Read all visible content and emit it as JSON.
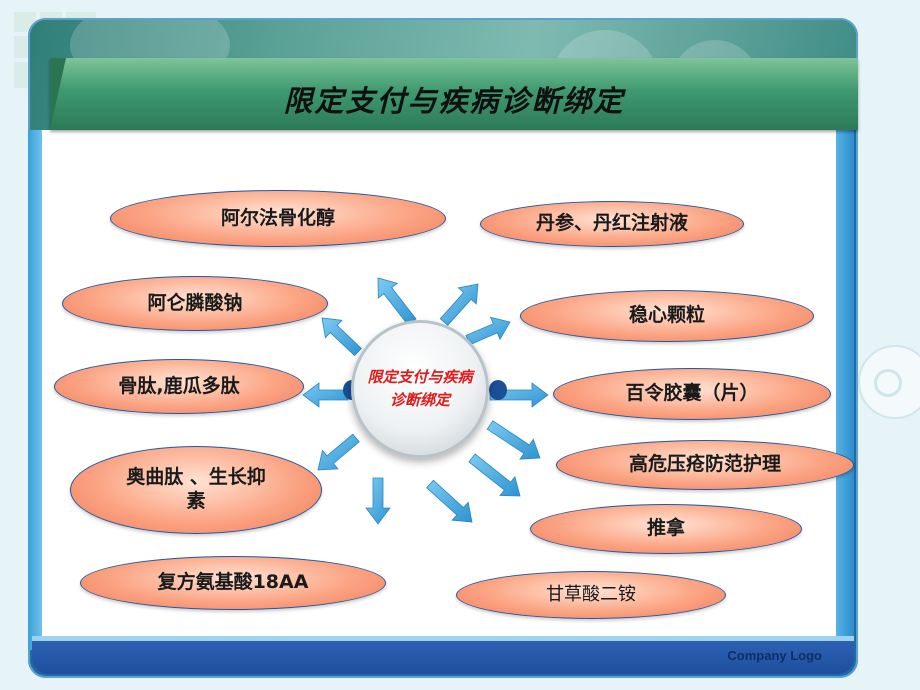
{
  "slide": {
    "title": "限定支付与疾病诊断绑定",
    "footer_logo": "Company Logo"
  },
  "diagram": {
    "hub": "限定支付与疾病诊断绑定",
    "nodes": [
      "阿尔法骨化醇",
      "阿仑膦酸钠",
      "骨肽,鹿瓜多肽",
      "奥曲肽 、生长抑素",
      "复方氨基酸18AA",
      "丹参、丹红注射液",
      "稳心颗粒",
      "百令胶囊（片）",
      "高危压疮防范护理",
      "推拿",
      "甘草酸二铵"
    ]
  },
  "colors": {
    "node_fill": "#f27a55",
    "node_border": "#1f58a8",
    "arrow": "#3aa3dc",
    "hub_text": "#e21a1a",
    "frame": "#1f6aa8",
    "banner": "#3f9a70"
  }
}
